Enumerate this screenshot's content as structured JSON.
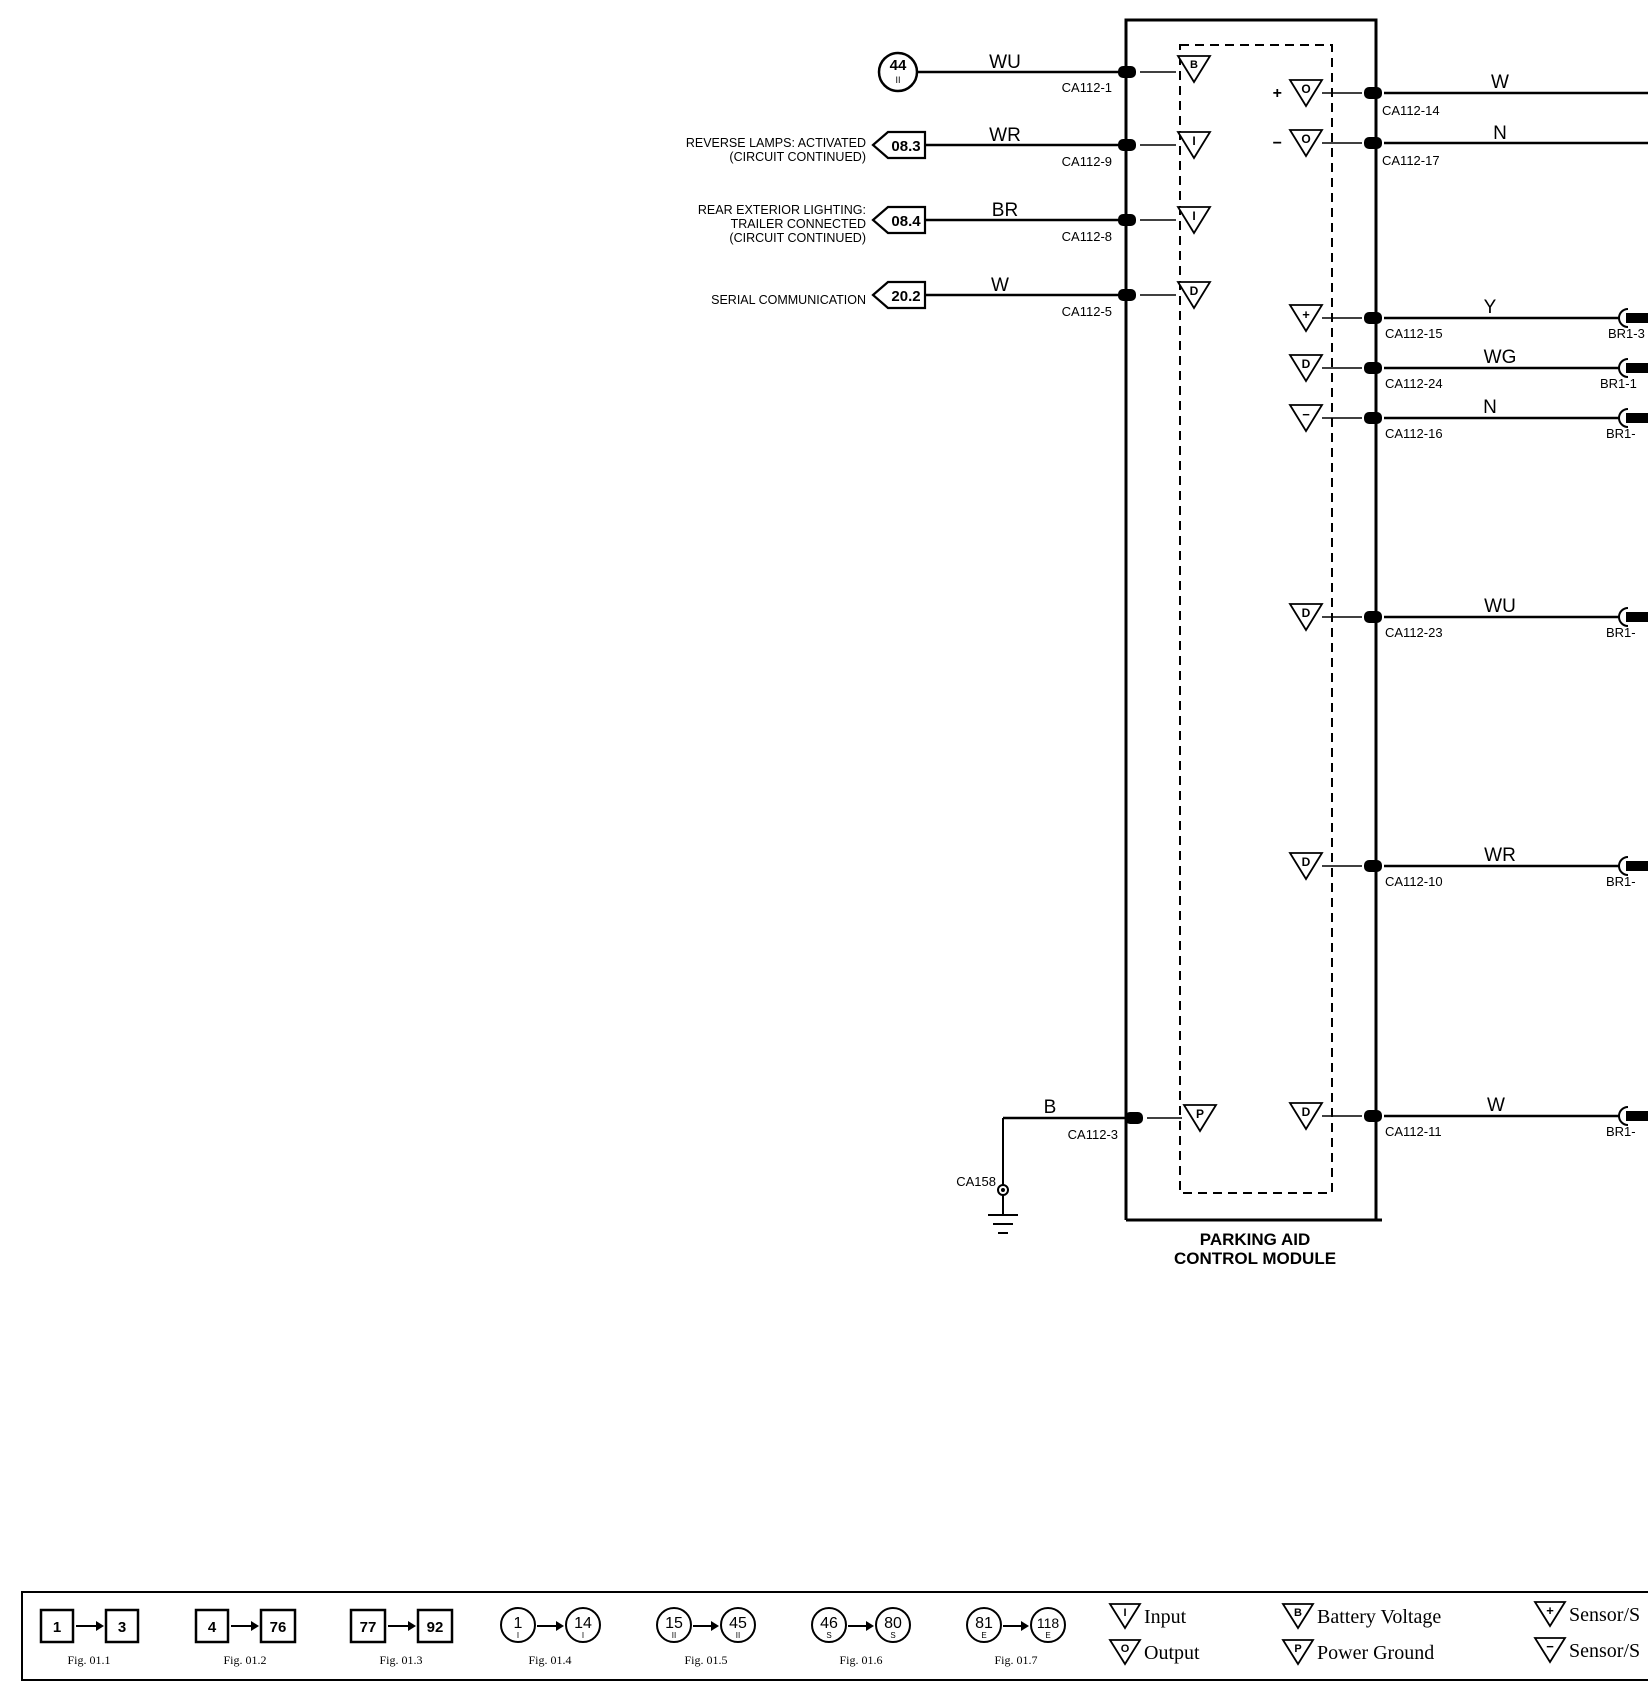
{
  "module": {
    "title_line1": "PARKING AID",
    "title_line2": "CONTROL MODULE"
  },
  "left_pins": [
    {
      "pin": "CA112-1",
      "wire": "WU",
      "symbol": "B",
      "ref": "44",
      "ref_sub": "II",
      "ref_type": "circle",
      "notes": []
    },
    {
      "pin": "CA112-9",
      "wire": "WR",
      "symbol": "I",
      "ref": "08.3",
      "ref_type": "pentagon",
      "notes": [
        "REVERSE LAMPS: ACTIVATED",
        "(CIRCUIT CONTINUED)"
      ]
    },
    {
      "pin": "CA112-8",
      "wire": "BR",
      "symbol": "I",
      "ref": "08.4",
      "ref_type": "pentagon",
      "notes": [
        "REAR EXTERIOR LIGHTING:",
        "TRAILER CONNECTED",
        "(CIRCUIT CONTINUED)"
      ]
    },
    {
      "pin": "CA112-5",
      "wire": "W",
      "symbol": "D",
      "ref": "20.2",
      "ref_type": "pentagon",
      "notes": [
        "SERIAL COMMUNICATION"
      ]
    },
    {
      "pin": "CA112-3",
      "wire": "B",
      "symbol": "P",
      "ref": "",
      "ref_type": "ground",
      "notes": []
    }
  ],
  "ground": {
    "label": "CA158"
  },
  "right_pins": [
    {
      "pin": "CA112-14",
      "wire": "W",
      "symbol": "O",
      "prefix": "+",
      "end": ""
    },
    {
      "pin": "CA112-17",
      "wire": "N",
      "symbol": "O",
      "prefix": "−",
      "end": ""
    },
    {
      "pin": "CA112-15",
      "wire": "Y",
      "symbol": "+",
      "prefix": "",
      "end": "BR1-3"
    },
    {
      "pin": "CA112-24",
      "wire": "WG",
      "symbol": "D",
      "prefix": "",
      "end": "BR1-1"
    },
    {
      "pin": "CA112-16",
      "wire": "N",
      "symbol": "−",
      "prefix": "",
      "end": "BR1-"
    },
    {
      "pin": "CA112-23",
      "wire": "WU",
      "symbol": "D",
      "prefix": "",
      "end": "BR1-"
    },
    {
      "pin": "CA112-10",
      "wire": "WR",
      "symbol": "D",
      "prefix": "",
      "end": "BR1-"
    },
    {
      "pin": "CA112-11",
      "wire": "W",
      "symbol": "D",
      "prefix": "",
      "end": "BR1-"
    }
  ],
  "legend": {
    "ranges": [
      {
        "from": "1",
        "to": "3",
        "fig": "Fig. 01.1",
        "shape": "square",
        "from_sub": "",
        "to_sub": ""
      },
      {
        "from": "4",
        "to": "76",
        "fig": "Fig. 01.2",
        "shape": "square",
        "from_sub": "",
        "to_sub": ""
      },
      {
        "from": "77",
        "to": "92",
        "fig": "Fig. 01.3",
        "shape": "square",
        "from_sub": "",
        "to_sub": ""
      },
      {
        "from": "1",
        "to": "14",
        "fig": "Fig. 01.4",
        "shape": "circle",
        "from_sub": "I",
        "to_sub": "I"
      },
      {
        "from": "15",
        "to": "45",
        "fig": "Fig. 01.5",
        "shape": "circle",
        "from_sub": "II",
        "to_sub": "II"
      },
      {
        "from": "46",
        "to": "80",
        "fig": "Fig. 01.6",
        "shape": "circle",
        "from_sub": "S",
        "to_sub": "S"
      },
      {
        "from": "81",
        "to": "118",
        "fig": "Fig. 01.7",
        "shape": "circle",
        "from_sub": "E",
        "to_sub": "E"
      }
    ],
    "symbols": [
      {
        "sym": "I",
        "label": "Input"
      },
      {
        "sym": "O",
        "label": "Output"
      },
      {
        "sym": "B",
        "label": "Battery Voltage"
      },
      {
        "sym": "P",
        "label": "Power Ground"
      },
      {
        "sym": "+",
        "label": "Sensor/S"
      },
      {
        "sym": "−",
        "label": "Sensor/S"
      }
    ]
  }
}
